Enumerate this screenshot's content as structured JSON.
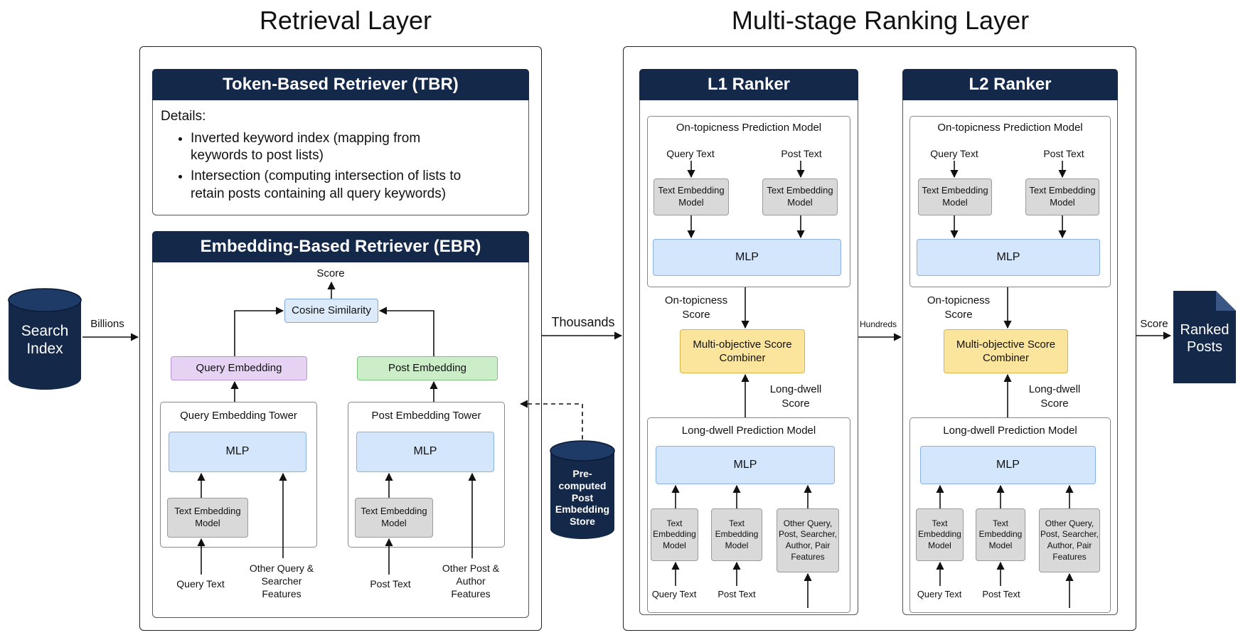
{
  "retrieval": {
    "title": "Retrieval Layer",
    "tbr": {
      "header": "Token-Based Retriever (TBR)",
      "details_label": "Details:",
      "bullets": [
        "Inverted keyword index (mapping from keywords to post lists)",
        "Intersection (computing intersection of lists to retain posts containing all query keywords)"
      ]
    },
    "ebr": {
      "header": "Embedding-Based Retriever (EBR)",
      "score": "Score",
      "cosine": "Cosine Similarity",
      "query_embedding": "Query Embedding",
      "post_embedding": "Post Embedding",
      "query_tower": {
        "title": "Query Embedding Tower",
        "mlp": "MLP",
        "text_model": "Text Embedding Model",
        "input_text": "Query Text",
        "input_other": "Other Query & Searcher Features"
      },
      "post_tower": {
        "title": "Post Embedding Tower",
        "mlp": "MLP",
        "text_model": "Text Embedding Model",
        "input_text": "Post Text",
        "input_other": "Other Post & Author Features"
      }
    }
  },
  "search_index": "Search Index",
  "flow_billions": "Billions",
  "flow_thousands": "Thousands",
  "flow_hundreds": "Hundreds",
  "flow_score": "Score",
  "precomputed_store": "Pre-computed Post Embedding Store",
  "ranked_posts": "Ranked Posts",
  "ranking": {
    "title": "Multi-stage Ranking Layer",
    "l1": {
      "header": "L1 Ranker",
      "ontopic_model": "On-topicness Prediction Model",
      "query_text": "Query Text",
      "post_text": "Post Text",
      "text_model": "Text Embedding Model",
      "mlp": "MLP",
      "ontopic_score": "On-topicness Score",
      "combiner": "Multi-objective Score Combiner",
      "longdwell_score": "Long-dwell Score",
      "longdwell_model": "Long-dwell Prediction Model",
      "ld_mlp": "MLP",
      "ld_text_model": "Text Embedding Model",
      "ld_other": "Other Query, Post, Searcher, Author, Pair Features",
      "ld_query_text": "Query Text",
      "ld_post_text": "Post Text"
    },
    "l2": {
      "header": "L2 Ranker",
      "ontopic_model": "On-topicness Prediction Model",
      "query_text": "Query Text",
      "post_text": "Post Text",
      "text_model": "Text Embedding Model",
      "mlp": "MLP",
      "ontopic_score": "On-topicness Score",
      "combiner": "Multi-objective Score Combiner",
      "longdwell_score": "Long-dwell Score",
      "longdwell_model": "Long-dwell Prediction Model",
      "ld_mlp": "MLP",
      "ld_text_model": "Text Embedding Model",
      "ld_other": "Other Query, Post, Searcher, Author, Pair Features",
      "ld_query_text": "Query Text",
      "ld_post_text": "Post Text"
    }
  },
  "colors": {
    "header_navy": "#14284a",
    "mlp_blue": "#d3e6fb",
    "query_embedding_purple": "#e6d3f4",
    "post_embedding_green": "#cbeec9",
    "combiner_yellow": "#fbe49b",
    "text_model_gray": "#d9d9d9"
  }
}
